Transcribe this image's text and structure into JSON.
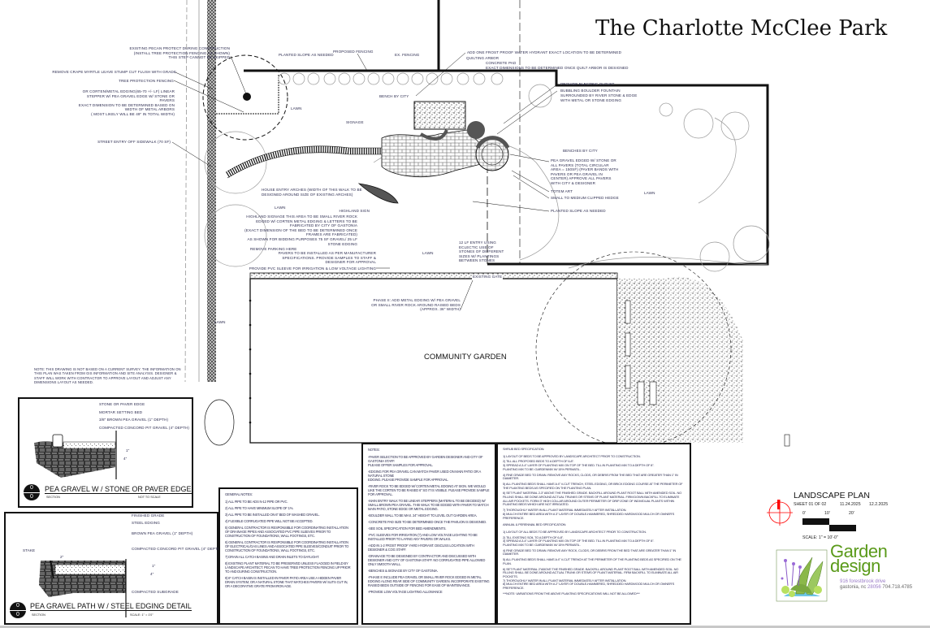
{
  "title": "The Charlotte McClee Park",
  "colors": {
    "ink": "#111111",
    "annotation": "#2c2c50",
    "north_arrow": "#ff0000",
    "logo_green": "#5a9a1a",
    "logo_purple": "#9a7bc7"
  },
  "annotations": {
    "pecan": "EXISTING PECAN PROTECT DURING CONSTRUCTION\n(INSTALL TREE PROTECTION FENCING AS SHOWN)\nTHIS STEP CANNOT BE SKIPPED",
    "planted_slope_top": "PLANTED SLOPE AS NEEDED",
    "proposed_fencing": "PROPOSED FENCING",
    "ex_fencing": "EX. FENCING",
    "hydrant": "ADD ONE FROST PROOF WATER HYDRANT EXACT LOCATION TO BE DETERMINED",
    "quilting_arbor": "QUILTING ARBOR",
    "concrete_pad": "CONCRETE PAD\nEXACT DIMENSIONS TO BE DETERMINED ONCE QUILT ARBOR IS DESIGNED",
    "crape_myrtle": "REMOVE CRAPE MYRTLE LEAVE STUMP CUT FLUSH WITH GRADE",
    "tree_protection": "TREE PROTECTION FENCING",
    "corten_edging": "OR CORTEN/METAL EDGING(65-70 +/- LF) LINEAR\nSTEPPER W/ PEA GRAVEL EDGE W/ STONE OR\nPAVERS\nEXACT DIMENSION TO BE DETERMINED BASED ON\nWIDTH OF METAL ARBORS\n( MOST LIKELY WILL BE 49\" IN TOTAL WIDTH)",
    "street_entry": "STREET ENTRY OFF SIDEWALK (70 SF)",
    "lawn_1": "LAWN",
    "bench_by_city": "BENCH BY CITY",
    "signage": "SIGNAGE",
    "electric_outlet": "PROVIDE ELECTRIC OUTLET",
    "fountain": "BUBBLING BOULDER FOUNTAIN",
    "fountain_detail": "SURROUNDED BY RIVER STONE & EDGE\nWITH METAL OR STONE EDGING",
    "benches_by_city": "BENCHES BY CITY",
    "pea_gravel_circle": "PEA GRAVEL EDGED W/ STONE OR\nALL PAVERS (TOTAL CIRCULAR\nAREA = 150SF)  (PAVER BANDS WITH\nPAVERS OR PEA GRAVEL IN\nCENTER)  APPROVE ALL PAVERS\nWITH CITY & DESIGNER",
    "totem_art": "TOTEM ART",
    "clipped_hedge": "SMALL TO MEDIUM CLIPPED HEDGE",
    "planted_slope_right": "PLANTED SLOPE AS NEEDED",
    "lawn_2": "LAWN",
    "house_entry": "HOUSE ENTRY ARCHES (WIDTH OF THIS WALK TO BE\nDESIGNED AROUND SIZE OF EXISTING ARCHES)",
    "lawn_3": "LAWN",
    "highland_sign": "HIGHLAND SIGN",
    "highland_signage": "HIGHLAND SIGNAGE THIS AREA TO BE SMALL RIVER ROCK\nEDGED W/ CORTEN METAL EDGING & LETTERS TO BE\nFABRICATED BY CITY OF GASTONIA\n(EXACT DIMENSION OF THE BED TO BE DETERMINED ONCE\nFRAMES ARE FABRICATED)\nAS SHOWN FOR BIDDING PURPOSES 75 SF GRAVEL/ 25 LF\nSTONE EDGING",
    "remove_parking": "REMOVE PARKING HERE",
    "pavers": "PAVERS TO BE INSTALLED AS PER MANUFACTURER\nSPECIFICATIONS.  PROVIDE SAMPLES TO STAFF &\nDESIGNER FOR APPROVAL",
    "pvc_sleeve": "PROVIDE PVC SLEEVE FOR IRRIGATION & LOW VOLTAGE LIGHTING",
    "entry_stones": "12 LF  ENTRY USING\nECLECTIC USE OF\nSTONES OF DIFFERENT\nSIZES W/ PLANTINGS\nBETWEEN STONES",
    "lawn_4": "LAWN",
    "lawn_5": "LAWN",
    "existing_gate": "EXISTING GATE",
    "phase_2": "PHASE II:  ADD METAL EDGING W/ PEA GRAVEL\nOR SMALL RIVER ROCK AROUND RAISED BEDS\n(APPROX. 36\" WIDTH)",
    "community_garden": "COMMUNITY GARDEN",
    "survey_note": "NOTE:  THIS DRAWING IS NOT BASED ON A CURRENT SURVEY.  THE INFORMATION ON THIS PLAN WAS TAKEN FROM GIS INFORMATION AND SITE ANALYSIS.  DESIGNER & STAFF WILL WORK WITH CONTRACTOR TO APPROVE LAYOUT AND ADJUST ANY DIMENSIONS LAYOUT AS NEEDED."
  },
  "detail_1": {
    "labels": [
      "STONE OR PAVER EDGE",
      "MORTAR SETTING BED",
      "3/8\" BROWN  PEA GRAVEL (1\" DEPTH)",
      "COMPACTED CONCORD PIT GRAVEL (4\" DEPTH)"
    ],
    "dims": [
      "1\"",
      "4\""
    ],
    "bubble_top": "0",
    "bubble_bottom": "0",
    "title": "PEA GRAVEL W /  STONE OR PAVER EDGE",
    "section": "SECTION",
    "scale": "NOT TO SCALE"
  },
  "detail_2": {
    "labels": [
      "FINISHED GRADE",
      "STEEL EDGING",
      "BROWN  PEA GRAVEL (1\" DEPTH)",
      "COMPACTED CONCORD PIT GRAVEL (4\" DEPTH)",
      "COMPACTED SUBGRADE"
    ],
    "stake": "STAKE",
    "dims": [
      "1\"",
      "4\"",
      "2\""
    ],
    "bubble_top": "0",
    "bubble_bottom": "0",
    "title": "PEA GRAVEL PATH W /  STEEL EDGING DETAIL",
    "section": "SECTION",
    "scale": "SCALE: 1\" = 1'0\""
  },
  "general_notes": {
    "heading": "GENERAL NOTES:",
    "items": [
      "1)  ALL PIPE TO BE ADS N-12 PIPE OR PVC.",
      "2)  ALL PIPE TO HAVE MINIMUM SLOPE OF 1%.",
      "3)  ALL PIPE TO BE INSTALLED ON 6\" BED OF WASHED GRAVEL.",
      "4)  FLEXIBLE CORRUGATED PIPE WILL NOT BE ACCEPTED.",
      "5)  GENERAL CONTRACTOR IS RESPONSIBLE FOR COORDINATING INSTALLATION OF DRAINAGE PIPES AND ASSOCIATED PVC PIPE SLEEVES PRIOR TO CONSTRUCTION OF FOUNDATIONS, WALL FOOTINGS, ETC.",
      "6) GENERAL CONTRACTOR IS RESPONSIBLE FOR COORDINATING INSTALLATION OF ELECTRICAL/GAS LINES AND ASSOCIATED PIPE SLEEVES/CONDUIT PRIOR TO CONSTRUCTION OF FOUNDATIONS, WALL FOOTINGS, ETC.",
      "7)  DRAIN ALL CATCH BASINS AND DRAIN INLETS TO DAYLIGHT.",
      "8)  EXISTING PLANT MATERIAL TO BE PRESERVED UNLESS FLAGGED IN FIELD BY LANDSCAPE ARCHITECT.  PECAN TO HAVE TREE PROTECTION FENCING UP PRIOR TO  AND DURING CONSTRUCTION.",
      "9)  IF CATCH BASIN IS INSTALLED IN PAVER PATIO AREA USE A HIDDEN PAVER DRAIN SYSTEM, OR A NATURAL STONE THAT MATCHES PAVERS W/ SLITS CUT IN, OR A DECORATIVE GRATE FROM IRON AGE."
    ]
  },
  "notes": {
    "heading": "NOTES:",
    "items": [
      "-PAVER SELECTION TO BE APPROVED BY GARDEN DESIGNER AND CITY OF GASTONIA STAFF.\nPLEASE OFFER SAMPLES FOR APPROVAL.",
      "-EDGING FOR PEA GRAVEL CAN MATCH PAVER USED ON MAIN PATIO OR A NATURAL STONE\nEDGING.  PLEASE PROVIDE SAMPLE FOR APPROVAL.",
      "-RIVER ROCK TO BE EDGED W/ CORTEN METAL EDGING AT SIGN.  WE WOULD LIKE THE CORTEN TO BE RAISED 6\" SO IT IS VISIBLE.  PLEASE PROVIDE SAMPLE FOR APPROVAL.",
      "-MAIN ENTRY WALK TO BE LINEAR STEPPERS (MATERIAL TO BE DECIDED) W/ SMALL BROWN PEA GRAVEL.  THIS WALK TO BE EDGED WITH PAVER TO MATCH MAIN PATIO, STONE EDGE OR METAL EDGING.",
      "-BOULDER WALL TO BE MAX. 24\" HEIGHT TO LEVEL OUT GARDEN AREA.",
      "-CONCRETE PAD SIZE TO BE DETERMINED ONCE THE PAVILION IS DESIGNED.",
      "-SEE SOIL SPECIFICATION FOR BED AMENDMENTS.",
      "-PVC SLEEVES FOR IRRIGATION (?) AND LOW VOLTAGE LIGHTING TO BE INSTALLED PRIOR TO LAYING ANY PAVERS OR WALKS.",
      "-ADD IN 1-2 FROST PROOF YARD HYDRANT.  DISCUSS LOCATION WITH DESIGNER & COG STAFF.",
      "-DRAINAGE TO BE DESIGNED BY CONTRACTOR AND DISCUSSED WITH DESIGNER AND CITY OF GASTONIA STAFF.  NO CORRUGATED PIPE ALLOWED ONLY SMOOTH WALL.",
      "-BENCHES & SIGNAGE BY CITY OF GASTONIA.",
      "-PHASE II: INCLUDE PEA GRAVEL OR SMALL RIVER ROCK EDGED IN METAL EDGING ALONG REAR SIDE OF COMMUNITY GARDEN.    INCORPORATE EXISTING RAISED BEDS OUTSIDE OF FENCING FOR EASE OF MAINTENANCE.",
      "-PROVIDE LOW VOLTAGE LIGHTING ALLOWANCE"
    ]
  },
  "shrub_spec": {
    "heading": "SHRUB BED SPECIFICATION:",
    "items": [
      "1) LAYOUT OF BEDS TO BE APPROVED BY LANDSCAPE ARCHITECT PRIOR TO CONSTRUCTION.",
      "2)  TILL ALL PROPOSED BEDS TO A DEPTH OF 6-8\".\n3)  SPREAD A 3-4\" LAYER OF PLANTING MIX ON TOP OF THE BED.  TILL IN PLANTING MIX TO A DEPTH OF 8\".\n PLANTING MIX TO BE: GARDENMIX W/ 15% PERMATIL.",
      "4)  FINE GRADE BED TO DRAIN.  REMOVE ANY ROCKS, CLODS, OR DEBRIS FROM THE BED THAT ARE GREATER THAN 1\" IN DIAMETER.",
      "5)  ALL PLANTING BEDS SHALL HAVE A 4\" V-CUT TRENCH, STEEL EDGING, OR BRICK EDGING COURSE AT THE  PERIMETER OF THE PLANTING BEDS AS SPECIFIED ON THE PLANTING PLAN.",
      "6)  SET PLANT MATERIAL 2-3\" ABOVE THE FINISHED GRADE.  BACKFILL AROUND PLANT ROOT BALL WITH AMENDED SOIL.  NO FILLING SHALL BE DONE AROUND ACTUAL TRUNKS OR STEMS OF PLANT MATERIAL.  FIRM DOWN BACKFILL TO ELIMINATE ALL AIR POCKETS.  FORM 3\" HIGH COLLAR AROUND OUTER PERIMETER OF DRIP ZONE OF INDIVIDUAL PLANTS WITHIN PLANTING BEDS WHICH ARE NOT IRRIGATED.",
      "7)  THOROUGHLY WATER IN ALL PLANT MATERIAL IMMEDIATELY AFTER INSTALLATION.\n8)  MULCH ENTIRE BED AREA WITH A 3\" LAYER OF DOUBLE-HAMMERED, SHREDDED HARDWOOD MULCH OR  OWNER'S PREFERENCE."
    ]
  },
  "annual_spec": {
    "heading": "ANNUAL & PERENNIAL BED SPECIFICATION:",
    "items": [
      "1)  LAYOUT OF ALL BEDS TO BE APPROVED BY LANDSCAPE ARCHITECT PRIOR TO CONSTRUCTION.",
      "2)  TILL EXISTING SOIL TO A DEPTH OF 6-8\".\n3)  SPREAD A 3-4\" LAYER OF PLANTING MIX ON TOP OF THE BED.  TILL IN PLANTING MIX TO A DEPTH OF 8\".\n PLANTING MIX TO BE: GARDENMIX W/ 15% PERMATIL.",
      "4)  FINE GRADE BED TO DRAIN.  REMOVE ANY ROCK, CLODS, OR DEBRIS FROM THE BED THAT ARE GREATER THAN 1\" IN DIAMETER.",
      "5)  ALL PLANTING BEDS SHALL HAVE A 4\" V-CUT TRENCH AT THE PERIMETER OF THE PLANTING BEDS AS SPECIFIED ON THE PLAN.",
      "6)  SET PLANT MATERIAL 2\"ABOVE THE FINISHED GRADE.  BACKFILL AROUND PLANT ROOT BALL WITH AMENDED SOIL.  NO FILLING SHALL BE DONE AROUND ACTUAL TRUNK OR STEMS OF PLANT MATERIAL.  FIRM BACKFILL TO ELIMINATE ALL AIR POCKETS.\n7)  THOROUGHLY WATER IN ALL PLANT MATERIAL IMMEDIATELY AFTER INSTALLATION.\n8)  MULCH ENTIRE BED AREA WITH A 2\" LAYER OF DOUBLE-HAMMERED, SHREDDED HARDWOOD MULCH OR OWNER'S PREFERENCE.",
      "***NOTE:  VARIATIONS FROM THE ABOVE PLANTING SPECIFICATIONS WILL NOT BE ALLOWED***"
    ]
  },
  "title_block": {
    "heading": "LANDSCAPE PLAN",
    "sheet": "SHEET 01 OF 02",
    "date_1": "11.24.2025",
    "date_2": "12.2.2025",
    "scale_ticks": [
      "0'",
      "10'",
      "20'"
    ],
    "scale": "SCALE:  1\" = 10'-0\""
  },
  "logo": {
    "word": "Garden design",
    "address_street": "916 forestbrook drive",
    "address_city": "gastonia, nc",
    "zip": "28056",
    "phone": "704.718.4785"
  }
}
